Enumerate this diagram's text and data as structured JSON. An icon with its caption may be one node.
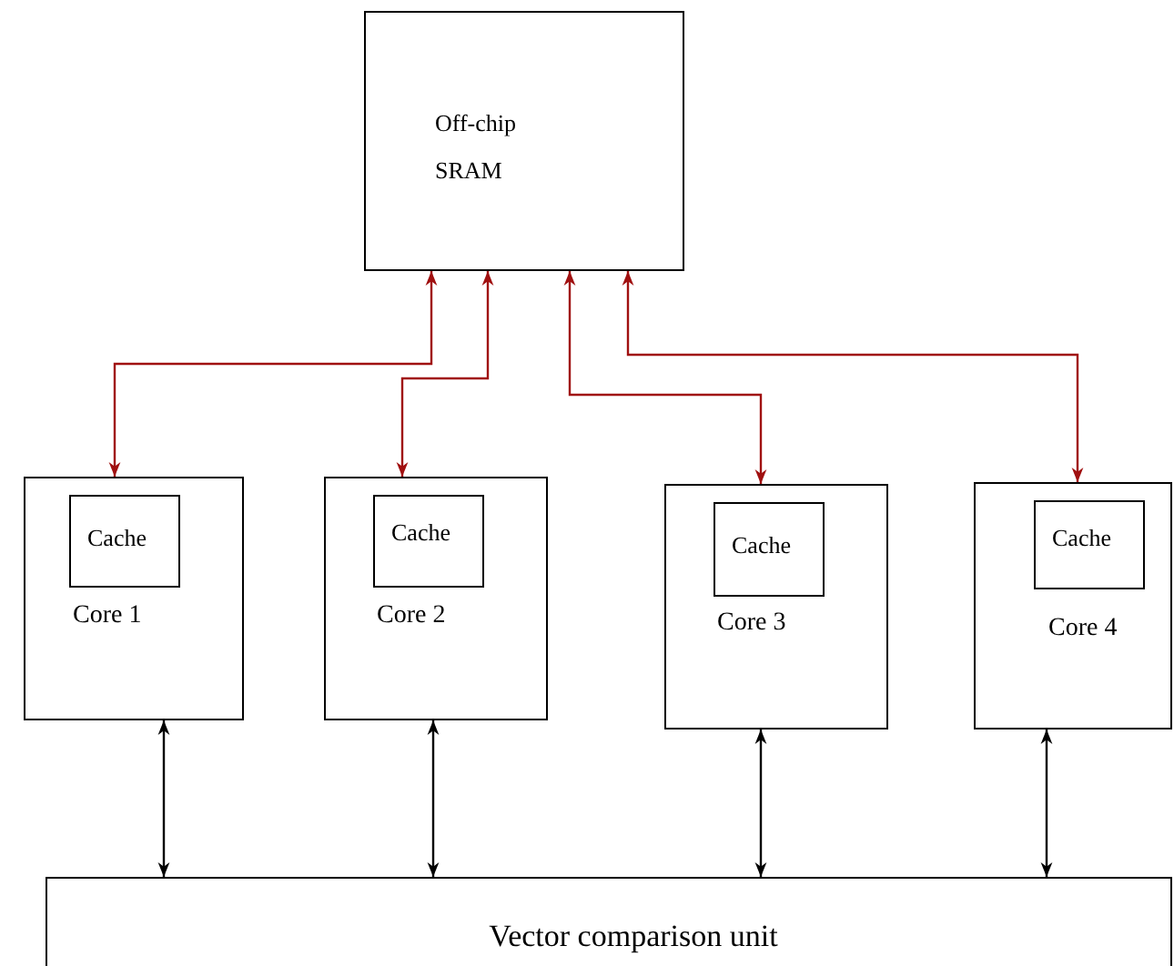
{
  "diagram": {
    "nodes": [
      {
        "text": [
          "Off-chip SRAM"
        ]
      },
      {
        "text": [
          "Core 1"
        ]
      },
      {
        "text": [
          "Cache"
        ],
        "in": 1
      },
      {
        "text": [
          "Core 2"
        ]
      },
      {
        "text": [
          "Cache"
        ],
        "in": 3
      },
      {
        "text": [
          "Core 3"
        ]
      },
      {
        "text": [
          "Cache"
        ],
        "in": 5
      },
      {
        "text": [
          "Core 4"
        ]
      },
      {
        "text": [
          "Cache"
        ],
        "in": 7
      },
      {
        "text": [
          "Vector comparison unit"
        ]
      }
    ],
    "edges": [
      {
        "from": 0,
        "to": 1,
        "arrow": "both",
        "color": "#a01010"
      },
      {
        "from": 0,
        "to": 3,
        "arrow": "both",
        "color": "#a01010"
      },
      {
        "from": 0,
        "to": 5,
        "arrow": "both",
        "color": "#a01010"
      },
      {
        "from": 0,
        "to": 7,
        "arrow": "both",
        "color": "#a01010"
      },
      {
        "from": 1,
        "to": 9,
        "arrow": "both",
        "color": "#000000"
      },
      {
        "from": 3,
        "to": 9,
        "arrow": "both",
        "color": "#000000"
      },
      {
        "from": 5,
        "to": 9,
        "arrow": "both",
        "color": "#000000"
      },
      {
        "from": 7,
        "to": 9,
        "arrow": "both",
        "color": "#000000"
      }
    ]
  }
}
